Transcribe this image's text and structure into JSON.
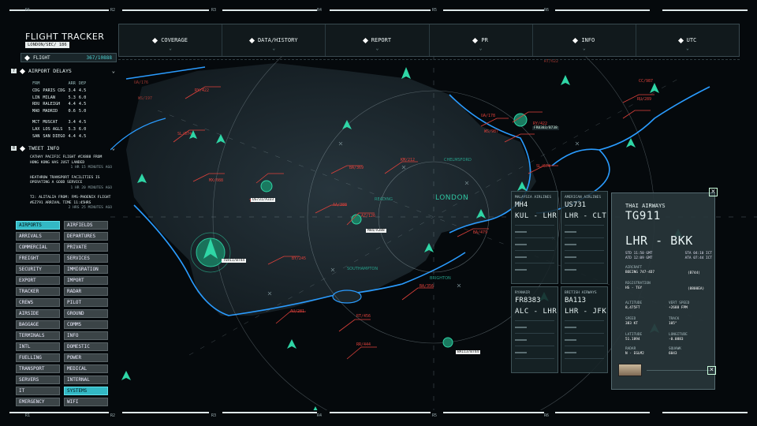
{
  "app": {
    "title": "FLIGHT TRACKER",
    "subtitle": "LONDON/SEC/ 186"
  },
  "rulers": [
    "R1",
    "R2",
    "R3",
    "R4",
    "R5",
    "R6"
  ],
  "nav": [
    "COVERAGE",
    "DATA/HISTORY",
    "REPORT",
    "PR",
    "INFO",
    "UTC"
  ],
  "flight": {
    "label": "FLIGHT",
    "value": "367/10888"
  },
  "airport_delays": {
    "index": "7",
    "title": "AIRPORT DELAYS",
    "headers": [
      "FRM",
      "",
      "ARR",
      "DEP"
    ],
    "rows": [
      [
        "CDG",
        "PARIS CDG",
        "3.4",
        "4.5"
      ],
      [
        "LIN",
        "MILAN",
        "5.3",
        "6.0"
      ],
      [
        "RDU",
        "RALEIGH",
        "4.4",
        "4.5"
      ],
      [
        "MAD",
        "MADRID",
        "0.6",
        "5.0"
      ],
      [
        "MCT",
        "MUSCAT",
        "3.4",
        "4.5"
      ],
      [
        "LAX",
        "LOS AGLS",
        "5.3",
        "6.0"
      ],
      [
        "SAN",
        "SAN DIEGO",
        "4.4",
        "4.5"
      ]
    ]
  },
  "tweet_info": {
    "index": "8",
    "title": "TWEET INFO",
    "items": [
      {
        "text": "CATHAY PACIFIC FLIGHT #CX888 FROM HONG KONG HAS JUST LANDED",
        "ago": "1 HR 15 MINUTES AGO"
      },
      {
        "text": "HEATHROW TRANSPORT FACILITIES IS OPERATING A GOOD SERVICE",
        "ago": "1 HR 20 MINUTES AGO"
      },
      {
        "text": "T2: ALITALIA FROM: FMS-PHOENIX FLIGHT #EZ791 ARRIVAL TIME 11:45HRS",
        "ago": "2 HRS 25 MINUTES AGO"
      }
    ]
  },
  "buttons": [
    [
      "AIRPORTS",
      "AIRFIELDS"
    ],
    [
      "ARRIVALS",
      "DEPARTURES"
    ],
    [
      "COMMERCIAL",
      "PRIVATE"
    ],
    [
      "FREIGHT",
      "SERVICES"
    ],
    [
      "SECURITY",
      "IMMIGRATION"
    ],
    [
      "EXPORT",
      "IMPORT"
    ],
    [
      "TRACKER",
      "RADAR"
    ],
    [
      "CREWS",
      "PILOT"
    ],
    [
      "AIRSIDE",
      "GROUND"
    ],
    [
      "BAGGAGE",
      "COMMS"
    ],
    [
      "TERMINALS",
      "INFO"
    ],
    [
      "INTL",
      "DOMESTIC"
    ],
    [
      "FUELLING",
      "POWER"
    ],
    [
      "TRANSPORT",
      "MEDICAL"
    ],
    [
      "SERVERS",
      "INTERNAL"
    ],
    [
      "IT",
      "SYSTEMS"
    ],
    [
      "EMERGENCY",
      "WIFI"
    ]
  ],
  "active_buttons": [
    "AIRPORTS",
    "SYSTEMS"
  ],
  "map": {
    "city": "LONDON",
    "places": [
      "CHELMSFORD",
      "READING",
      "SOUTHAMPTON",
      "BRIGHTON"
    ],
    "flight_labels": [
      "UA/176",
      "WS/197",
      "RY/422",
      "SL/674",
      "MX/088",
      "T1/254",
      "BA/369",
      "KM/212",
      "AA/388",
      "AZ/126",
      "BY/245",
      "AU/281",
      "RT/456",
      "RR/444",
      "BA/356",
      "BA/479",
      "UA/178",
      "WS/987",
      "RY/422",
      "SL/674",
      "CC/987",
      "RU/289",
      "RT/622"
    ],
    "tags": [
      "US731/A333",
      "MH4/A388",
      "TG911/B744",
      "BA113/B744",
      "FR8383/B738"
    ]
  },
  "cards": [
    {
      "airline": "MALAYSIA AIRLINES",
      "flight": "MH4",
      "route": "KUL - LHR"
    },
    {
      "airline": "AMERICAN AIRLINES",
      "flight": "US731",
      "route": "LHR - CLT"
    },
    {
      "airline": "RYANAIR",
      "flight": "FR8383",
      "route": "ALC - LHR"
    },
    {
      "airline": "BRITISH AIRWAYS",
      "flight": "BA113",
      "route": "LHR - JFK"
    }
  ],
  "main_card": {
    "airline": "THAI AIRWAYS",
    "flight": "TG911",
    "route": "LHR - BKK",
    "std": "STD 11:50 GMT",
    "atd": "ATD 12:09 GMT",
    "sta": "STA 04:10 ICT",
    "ata": "ATA 07:44 ICT",
    "aircraft_label": "AIRCRAFT",
    "aircraft": "BOEING 747-4D7",
    "aircraft_code": "(B744)",
    "registration_label": "REGISTRATION",
    "registration": "HS - TGY",
    "reg_code": "(8800EA)",
    "altitude_label": "ALTITUDE",
    "altitude": "8,475FT",
    "vspeed_label": "VERT SPEED",
    "vspeed": "+2688 FPM",
    "speed_label": "SPEED",
    "speed": "383 KT",
    "track_label": "TRACK",
    "track": "105°",
    "lat_label": "LATITUDE",
    "lat": "51.1894",
    "lon_label": "LONGITUDE",
    "lon": "-0.0883",
    "radar_label": "RADAR",
    "radar": "N - EGLM2",
    "squawk_label": "SQUAWK",
    "squawk": "6043"
  },
  "colors": {
    "accent": "#33b8c4",
    "coast": "#2a9cff",
    "marker": "#2fd6a6",
    "label_red": "#e0413b"
  }
}
